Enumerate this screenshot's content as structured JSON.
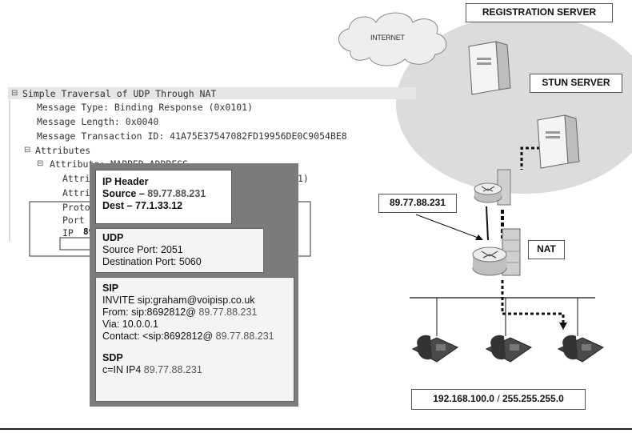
{
  "servers": {
    "registration": "REGISTRATION SERVER",
    "stun": "STUN SERVER",
    "nat": "NAT",
    "internet": "INTERNET"
  },
  "network": {
    "public_ip": "89.77.88.231",
    "lan_subnet_ip": "192.168.100.0",
    "lan_subnet_sep": " / ",
    "lan_subnet_mask": "255.255.255.0"
  },
  "wireshark": {
    "lines": [
      "Simple Traversal of UDP Through NAT",
      "Message Type: Binding Response (0x0101)",
      "Message Length: 0x0040",
      "Message Transaction ID: 41A75E37547082FD19956DE0C9054BE8",
      "Attributes",
      "Attribute: MAPPED-ADDRESS",
      "Attri",
      "Attri",
      "Proto",
      "Port",
      "IP",
      "1)",
      "89"
    ]
  },
  "packet": {
    "ip": {
      "title": "IP Header",
      "source_label": "Source –",
      "source_value": "89.77.88.231",
      "dest_label": "Dest –",
      "dest_value": "77.1.33.12"
    },
    "udp": {
      "title": "UDP",
      "source_port": "Source Port: 2051",
      "dest_port": "Destination Port: 5060"
    },
    "sip": {
      "title": "SIP",
      "invite": "INVITE sip:graham@voipisp.co.uk",
      "from_label": "From: sip:8692812@",
      "from_ip": "89.77.88.231",
      "via": "Via: 10.0.0.1",
      "contact_label": "Contact: <sip:8692812@",
      "contact_ip": "89.77.88.231",
      "sdp_title": "SDP",
      "sdp_line_label": "c=IN IP4",
      "sdp_line_ip": "89.77.88.231"
    }
  },
  "colors": {
    "cloud_bg": "#dcdcdc",
    "packet_bg": "#7b7b7b",
    "panel_bg": "#f4f4f4",
    "grey_text": "#555555"
  }
}
